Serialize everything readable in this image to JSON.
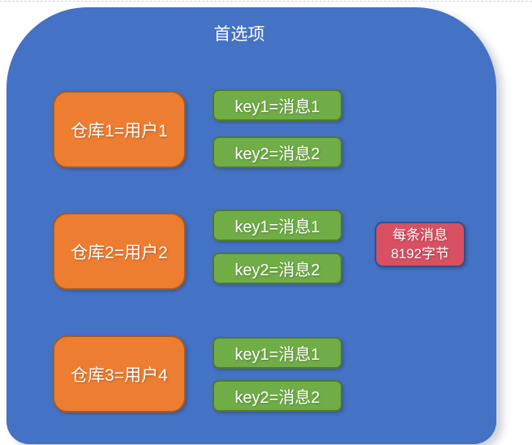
{
  "diagram": {
    "title": "首选项",
    "groups": [
      {
        "warehouse": "仓库1=用户1",
        "keys": [
          "key1=消息1",
          "key2=消息2"
        ]
      },
      {
        "warehouse": "仓库2=用户2",
        "keys": [
          "key1=消息1",
          "key2=消息2"
        ]
      },
      {
        "warehouse": "仓库3=用户4",
        "keys": [
          "key1=消息1",
          "key2=消息2"
        ]
      }
    ],
    "note": {
      "line1": "每条消息",
      "line2": "8192字节"
    },
    "colors": {
      "container_fill": "#4472c4",
      "warehouse_fill": "#ed7d31",
      "warehouse_border": "#a85a1e",
      "key_fill": "#70ad47",
      "key_border": "#4e7a2f",
      "note_fill": "#d85062",
      "note_border": "#31508f",
      "text": "#ffffff"
    }
  }
}
